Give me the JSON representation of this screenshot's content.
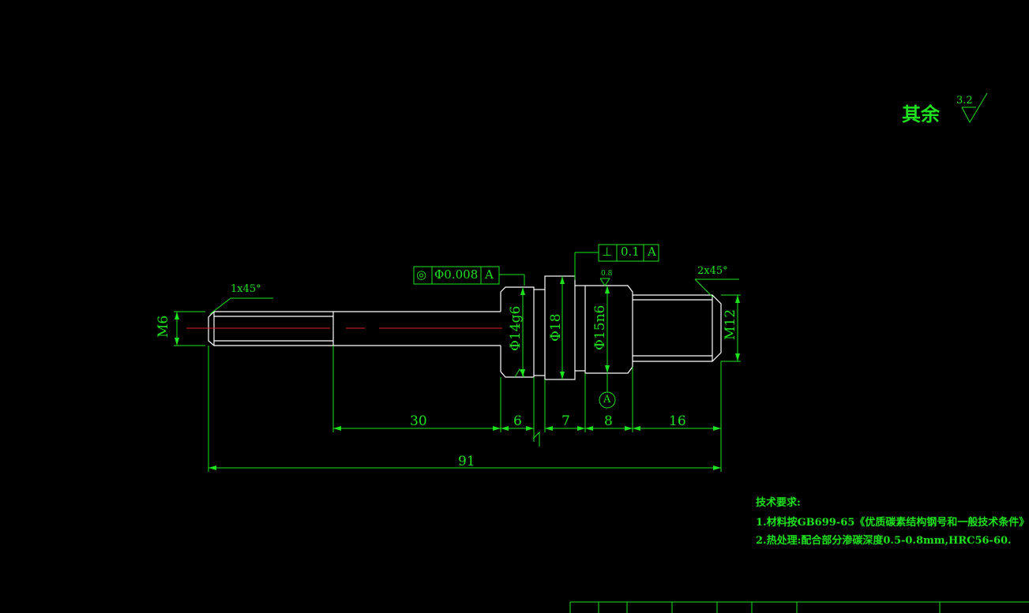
{
  "surface_roughness": {
    "label": "其余",
    "value": "3.2"
  },
  "chamfers": {
    "left": "1x45°",
    "right": "2x45°"
  },
  "tolerances": {
    "concentricity": {
      "symbol": "◎",
      "value": "Φ0.008",
      "datum": "A"
    },
    "perpendicularity": {
      "symbol": "⊥",
      "value": "0.1",
      "datum": "A"
    },
    "datum_label": "A"
  },
  "roughness_marks": {
    "small": "0.8"
  },
  "diameters": {
    "m6": "M6",
    "d14": "Φ14g6",
    "d18": "Φ18",
    "d15": "Φ15n6",
    "m12": "M12"
  },
  "lengths": {
    "l30": "30",
    "l6": "6",
    "l7": "7",
    "l8": "8",
    "l16": "16",
    "total": "91"
  },
  "notes": {
    "title": "技术要求:",
    "line1": "1.材料按GB699-65《优质碳素结构钢号和一般技术条件》;",
    "line2": "2.热处理:配合部分渗碳深度0.5-0.8mm,HRC56-60."
  },
  "colors": {
    "outline": "#ffffff",
    "dimension": "#1fe21f",
    "centerline": "#e02020",
    "background": "#000000"
  }
}
